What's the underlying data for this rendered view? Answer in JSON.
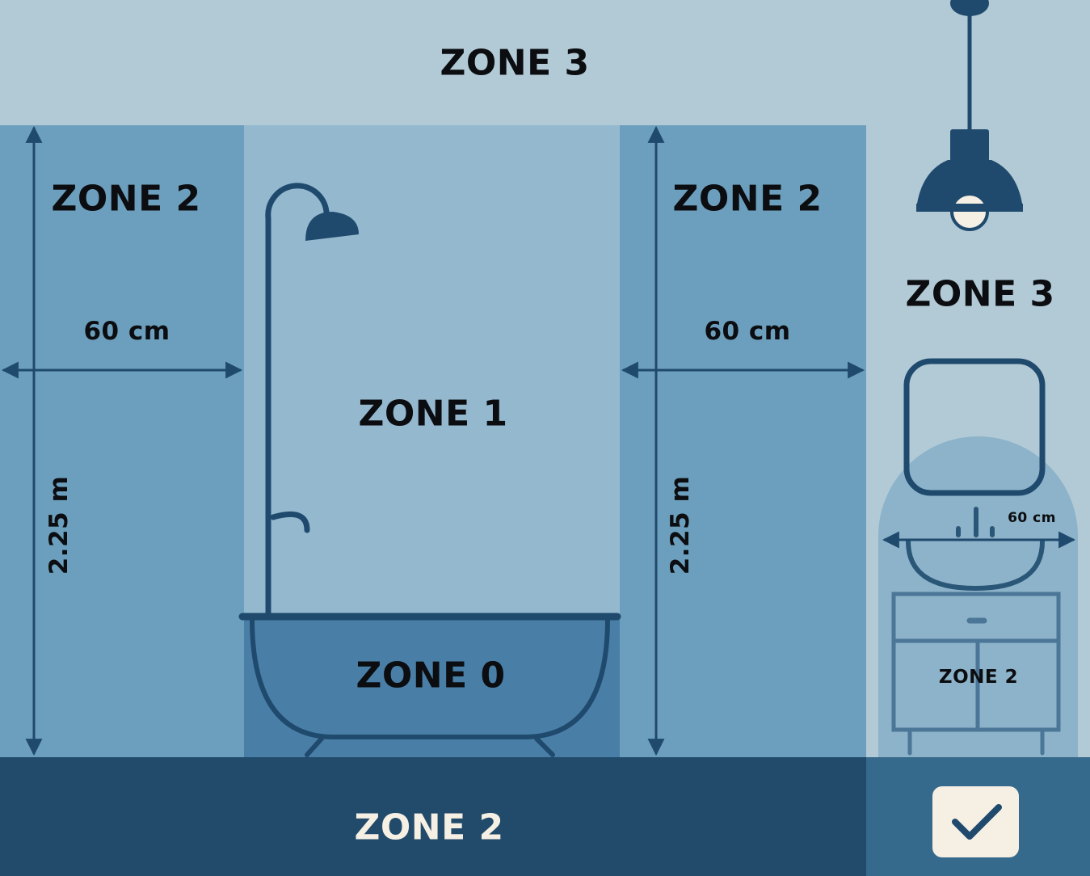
{
  "zones": {
    "top": "ZONE 3",
    "right_upper": "ZONE 3",
    "left": "ZONE 2",
    "mid_right": "ZONE 2",
    "center": "ZONE 1",
    "bath": "ZONE 0",
    "floor": "ZONE 2",
    "vanity": "ZONE 2"
  },
  "measurements": {
    "left_width": "60 cm",
    "mid_width": "60 cm",
    "left_height": "2.25 m",
    "mid_height": "2.25 m",
    "vanity_width": "60 cm"
  },
  "colors": {
    "zone3": "#b2cad6",
    "zone2_panel": "#6c9fbd",
    "zone1": "#94b9cf",
    "zone0": "#497fa7",
    "floor": "#214a6b",
    "floor_right": "#356a8c",
    "vanity_zone": "#87b0c8",
    "fixture": "#1f4a6d",
    "checkbox_bg": "#f6efe3"
  },
  "checkbox": {
    "checked": true
  }
}
